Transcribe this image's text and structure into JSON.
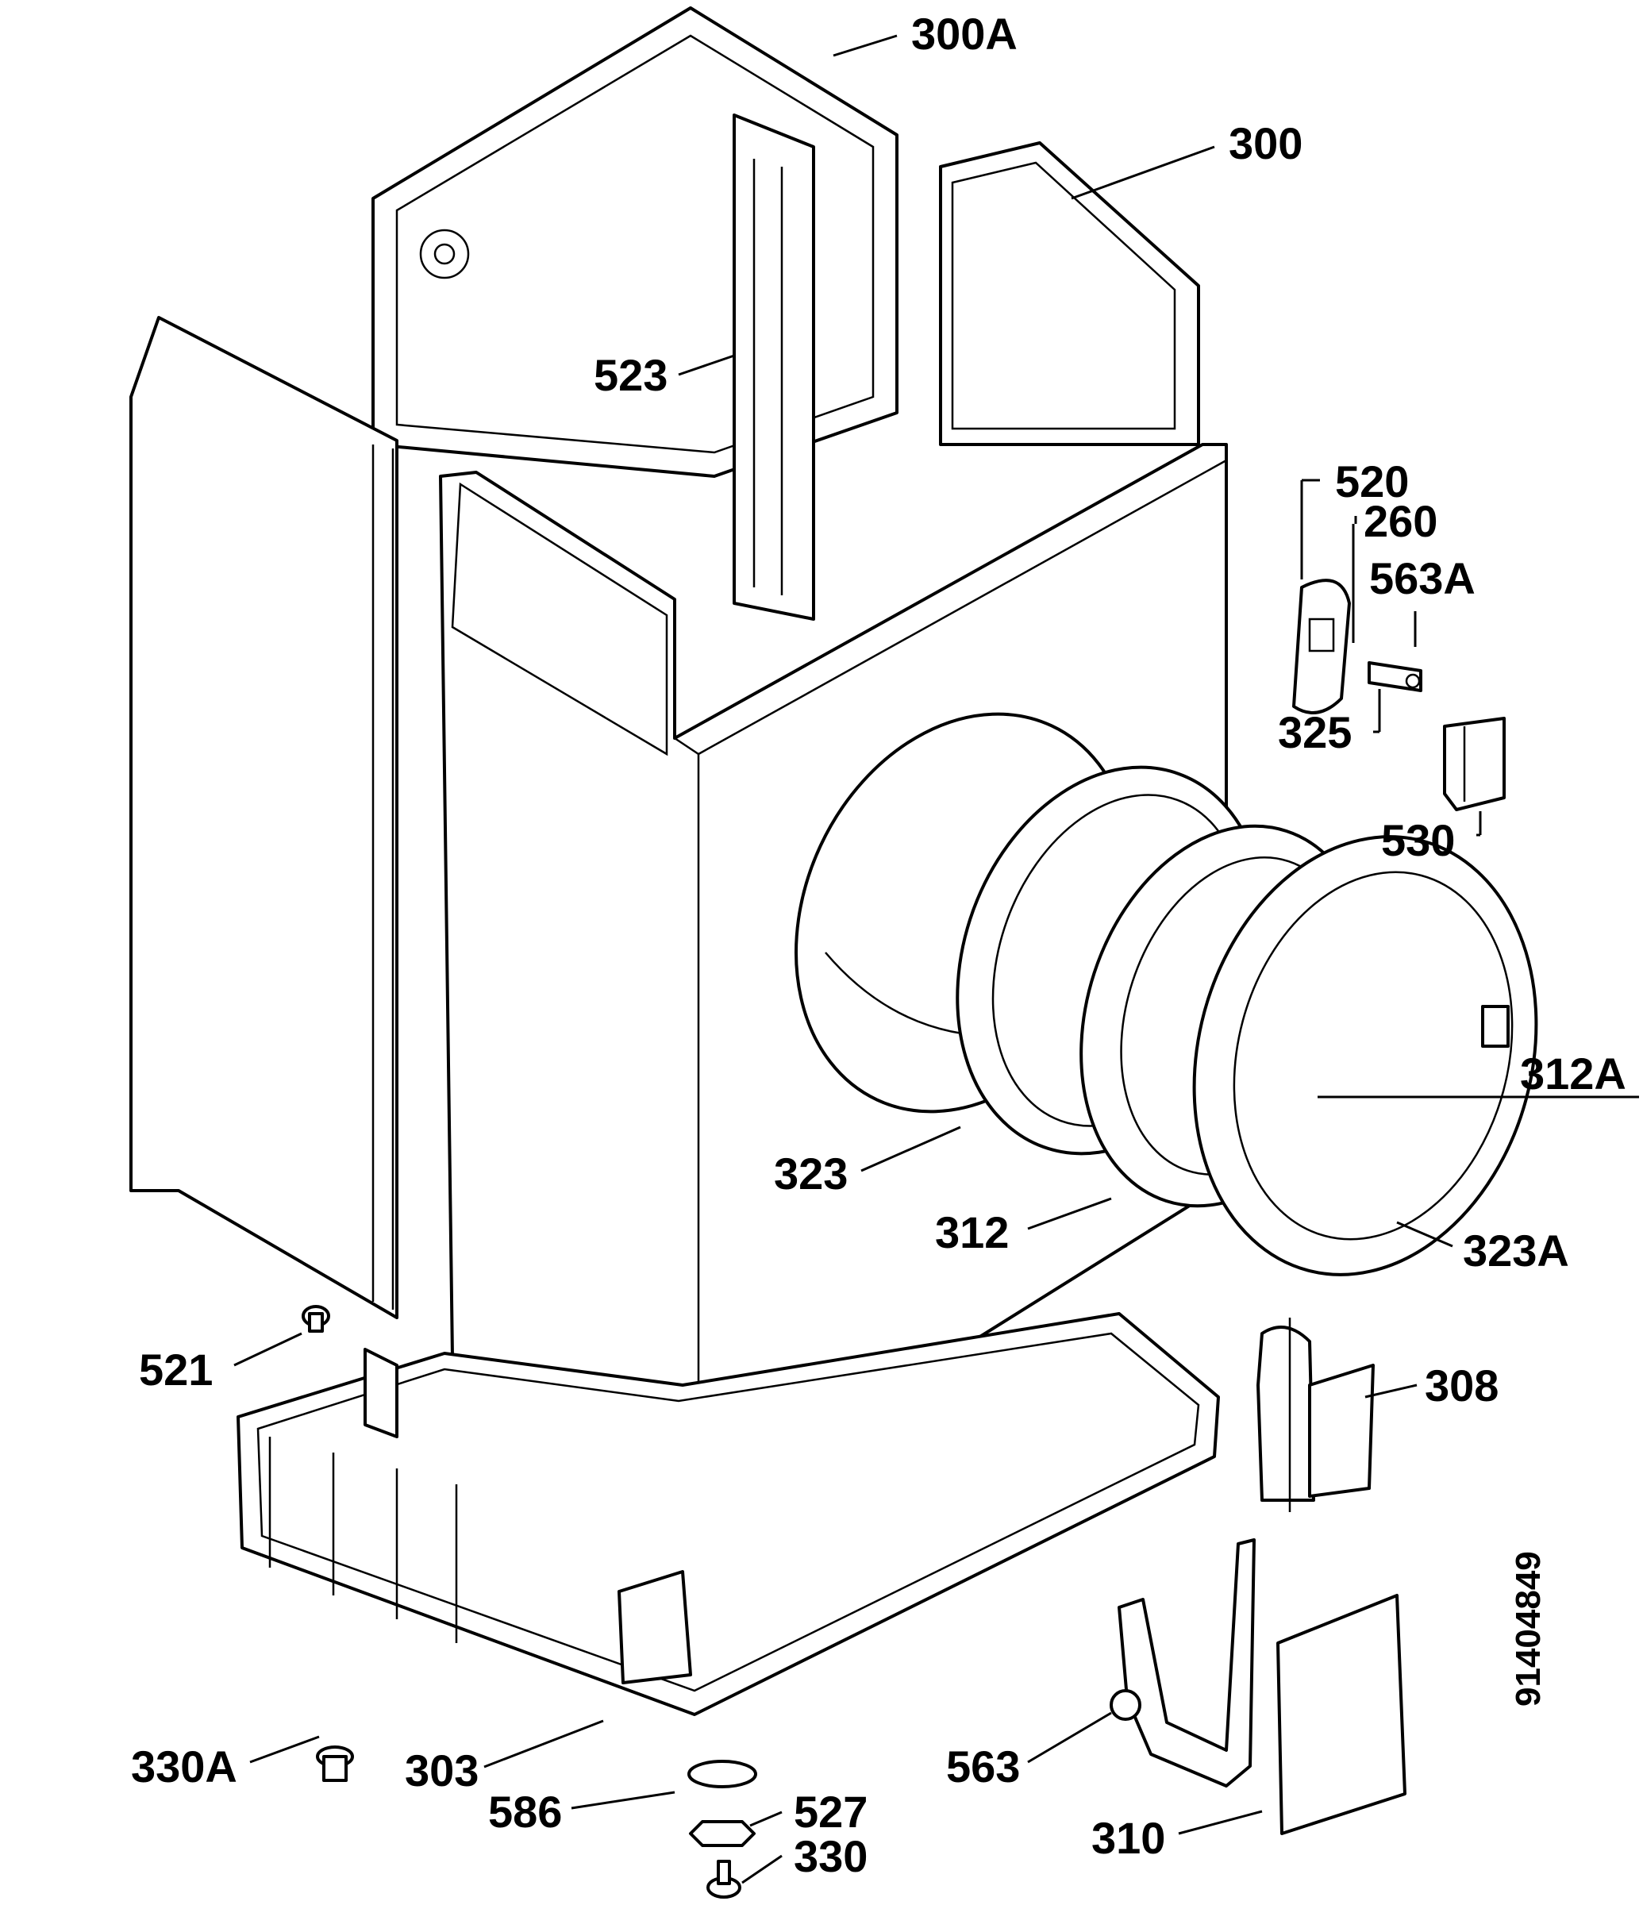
{
  "diagram": {
    "labels": [
      {
        "id": "300A",
        "text": "300A"
      },
      {
        "id": "300",
        "text": "300"
      },
      {
        "id": "523",
        "text": "523"
      },
      {
        "id": "520",
        "text": "520"
      },
      {
        "id": "260",
        "text": "260"
      },
      {
        "id": "563A",
        "text": "563A"
      },
      {
        "id": "325",
        "text": "325"
      },
      {
        "id": "530",
        "text": "530"
      },
      {
        "id": "312A",
        "text": "312A"
      },
      {
        "id": "323",
        "text": "323"
      },
      {
        "id": "312",
        "text": "312"
      },
      {
        "id": "323A",
        "text": "323A"
      },
      {
        "id": "521",
        "text": "521"
      },
      {
        "id": "308",
        "text": "308"
      },
      {
        "id": "330A",
        "text": "330A"
      },
      {
        "id": "303",
        "text": "303"
      },
      {
        "id": "586",
        "text": "586"
      },
      {
        "id": "527",
        "text": "527"
      },
      {
        "id": "330",
        "text": "330"
      },
      {
        "id": "563",
        "text": "563"
      },
      {
        "id": "310",
        "text": "310"
      }
    ],
    "drawing_code": "91404849"
  }
}
